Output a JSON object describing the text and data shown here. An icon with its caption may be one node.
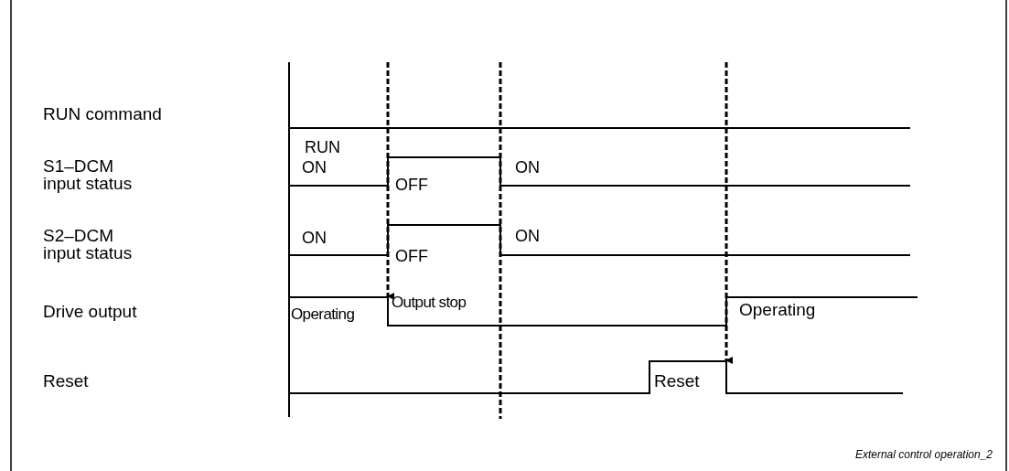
{
  "diagram": {
    "caption": "External control operation_2",
    "labels": [
      "RUN command",
      "RUN",
      "S1–DCM input status",
      "ON",
      "OFF",
      "ON",
      "S2–DCM input status",
      "ON",
      "OFF",
      "ON",
      "Drive output",
      "Operating",
      "Output stop",
      "Operating",
      "Reset",
      "Reset"
    ]
  }
}
